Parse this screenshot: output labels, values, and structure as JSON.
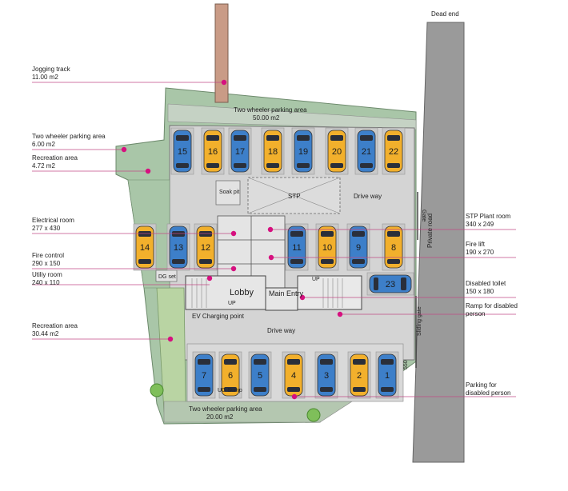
{
  "callouts_left": [
    {
      "name": "Jogging track",
      "value": "11.00 m2"
    },
    {
      "name": "Two wheeler parking area",
      "value": "6.00 m2"
    },
    {
      "name": "Recreation area",
      "value": "4.72 m2"
    },
    {
      "name": "Electrical room",
      "value": "277 x 430"
    },
    {
      "name": "Fire control",
      "value": "290 x 150"
    },
    {
      "name": "Utiliy room",
      "value": "240 x 110"
    },
    {
      "name": "Recreation area",
      "value": "30.44 m2"
    }
  ],
  "callouts_right": [
    {
      "name": "STP Plant room",
      "value": "340 x 249"
    },
    {
      "name": "Fire lift",
      "value": "190 x 270"
    },
    {
      "name": "Disabled toilet",
      "value": "150 x 180"
    },
    {
      "name": "Ramp for disabled",
      "value": "person"
    },
    {
      "name": "Parking for",
      "value": "disabled person"
    }
  ],
  "road": {
    "dead_end": "Dead end",
    "private_road": "Private road",
    "gate": "Gate",
    "sliding_gate": "Sliding gate",
    "dimension": "550"
  },
  "areas": {
    "two_wheeler_top": "Two wheeler parking area",
    "two_wheeler_top_value": "50.00 m2",
    "two_wheeler_bottom": "Two wheeler parking area",
    "two_wheeler_bottom_value": "20.00 m2",
    "soak_pit": "Soak pit",
    "stp": "STP",
    "drive_way_top": "Drive way",
    "drive_way_bottom": "Drive way",
    "dg_set": "DG set",
    "lobby": "Lobby",
    "main_entry": "Main Entry",
    "up_left": "UP",
    "up_right": "UP",
    "ev_charging": "EV Charging point",
    "ug_sump": "UG Sump"
  },
  "parking": {
    "top_row": [
      {
        "num": "15",
        "color": "blue"
      },
      {
        "num": "16",
        "color": "yellow"
      },
      {
        "num": "17",
        "color": "blue"
      },
      {
        "num": "18",
        "color": "yellow"
      },
      {
        "num": "19",
        "color": "blue"
      },
      {
        "num": "20",
        "color": "yellow"
      },
      {
        "num": "21",
        "color": "blue"
      },
      {
        "num": "22",
        "color": "yellow"
      }
    ],
    "middle_left": [
      {
        "num": "14",
        "color": "yellow"
      },
      {
        "num": "13",
        "color": "blue"
      },
      {
        "num": "12",
        "color": "yellow"
      }
    ],
    "middle_right": [
      {
        "num": "11",
        "color": "blue"
      },
      {
        "num": "10",
        "color": "yellow"
      },
      {
        "num": "9",
        "color": "blue"
      },
      {
        "num": "8",
        "color": "yellow"
      }
    ],
    "disabled": {
      "num": "23",
      "color": "blue"
    },
    "bottom_row": [
      {
        "num": "7",
        "color": "blue"
      },
      {
        "num": "6",
        "color": "yellow"
      },
      {
        "num": "5",
        "color": "blue"
      },
      {
        "num": "4",
        "color": "yellow"
      },
      {
        "num": "3",
        "color": "blue"
      },
      {
        "num": "2",
        "color": "yellow"
      },
      {
        "num": "1",
        "color": "blue"
      }
    ]
  },
  "colors": {
    "site": "#a9c6a8",
    "building": "#d4d4d4",
    "road": "#9a9a9a",
    "track": "#c99b86",
    "blue_car": "#3d7fc9",
    "yellow_car": "#f2b02c",
    "marker": "#d6107f",
    "leader": "#c04a86",
    "slot": "#c9c9c9"
  }
}
